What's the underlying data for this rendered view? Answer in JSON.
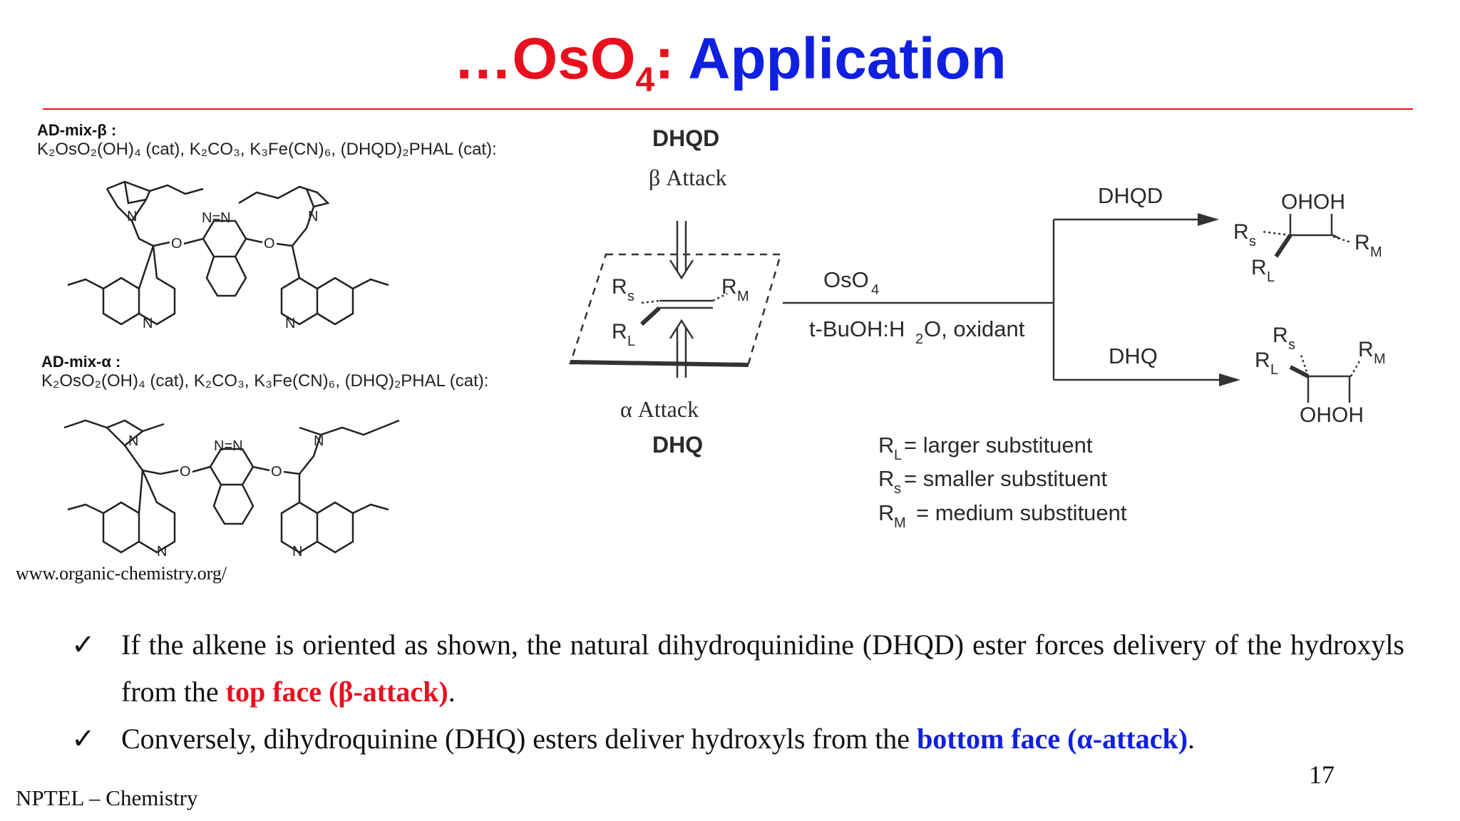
{
  "title": {
    "prefix": "…OsO",
    "subscript": "4",
    "colon": ":",
    "main": "Application"
  },
  "admix_beta": {
    "heading": "AD-mix-β :",
    "reagents": "K₂OsO₂(OH)₄ (cat), K₂CO₃, K₃Fe(CN)₆, (DHQD)₂PHAL (cat):"
  },
  "admix_alpha": {
    "heading": "AD-mix-α :",
    "reagents": "K₂OsO₂(OH)₄ (cat), K₂CO₃, K₃Fe(CN)₆, (DHQ)₂PHAL (cat):"
  },
  "source": "www.organic-chemistry.org/",
  "scheme": {
    "top_ligand": "DHQD",
    "top_attack": "β Attack",
    "bottom_attack": "α  Attack",
    "bottom_ligand": "DHQ",
    "rs": "R",
    "rs_sub": "s",
    "rm": "R",
    "rm_sub": "M",
    "rl": "R",
    "rl_sub": "L",
    "reagent_top": "OsO",
    "reagent_top_sub": "4",
    "reagent_bottom_a": "t-BuOH:H",
    "reagent_bottom_sub": "2",
    "reagent_bottom_b": "O, oxidant",
    "branch_top": "DHQD",
    "branch_bottom": "DHQ",
    "product_oh": "OHOH",
    "legend": [
      {
        "r": "R",
        "sub": "L",
        "text": " = larger substituent"
      },
      {
        "r": "R",
        "sub": "s",
        "text": " = smaller substituent"
      },
      {
        "r": "R",
        "sub": "M",
        "text": " = medium substituent"
      }
    ],
    "ring_n": "N",
    "azo": "N=N",
    "oxy": "O"
  },
  "bullets": [
    {
      "tick": "✓",
      "before": "If the alkene is oriented as shown, the natural dihydroquinidine (DHQD) ester forces delivery of the hydroxyls from the ",
      "highlight": "top face (β-attack)",
      "after": "."
    },
    {
      "tick": "✓",
      "before": "Conversely, dihydroquinine (DHQ) esters deliver hydroxyls from the ",
      "highlight": "bottom face (α-attack)",
      "after": "."
    }
  ],
  "colors": {
    "red": "#e8101e",
    "blue": "#1020e0"
  },
  "page_number": "17",
  "footer": "NPTEL – Chemistry"
}
